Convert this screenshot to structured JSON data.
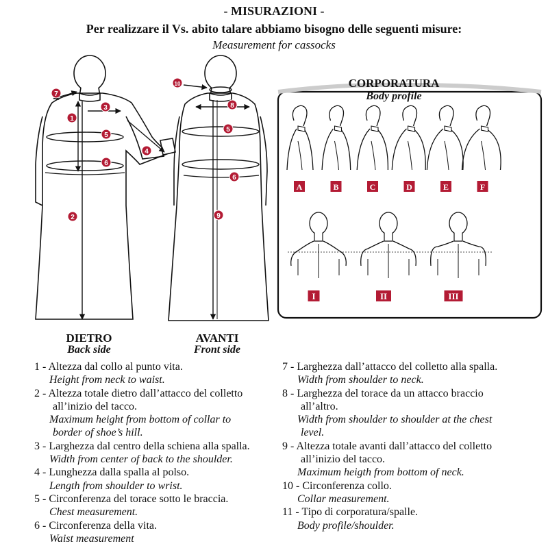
{
  "header": {
    "title": "- MISURAZIONI -",
    "subtitle": "Per realizzare il Vs. abito talare abbiamo bisogno delle seguenti misure:",
    "subtitle_en": "Measurement for cassocks"
  },
  "colors": {
    "marker": "#b31b34",
    "ink": "#111111",
    "box_fill": "#ededed"
  },
  "figures": {
    "back": {
      "title": "DIETRO",
      "subtitle": "Back side"
    },
    "front": {
      "title": "AVANTI",
      "subtitle": "Front side"
    },
    "back_markers": [
      "1",
      "2",
      "3",
      "4",
      "5",
      "6",
      "7"
    ],
    "front_markers": [
      "5",
      "6",
      "8",
      "9",
      "10"
    ]
  },
  "body_profile": {
    "title": "CORPORATURA",
    "subtitle": "Body profile",
    "profiles": [
      "A",
      "B",
      "C",
      "D",
      "E",
      "F"
    ],
    "shoulders": [
      "I",
      "II",
      "III"
    ]
  },
  "measurements_left": [
    {
      "label": "1 - Altezza dal collo al punto vita.",
      "en": "Height from neck to waist."
    },
    {
      "label": "2 - Altezza totale dietro dall’attacco del colletto",
      "label2": "all’inizio del tacco.",
      "en": "Maximum height from bottom of collar to",
      "en2": "border of shoe’s hill."
    },
    {
      "label": "3 - Larghezza dal centro della schiena alla spalla.",
      "en": "Width from center of back to the shoulder."
    },
    {
      "label": "4 - Lunghezza dalla spalla al polso.",
      "en": "Length from shoulder to wrist."
    },
    {
      "label": "5 - Circonferenza del torace sotto le braccia.",
      "en": "Chest measurement."
    },
    {
      "label": "6 - Circonferenza della vita.",
      "en": "Waist measurement"
    }
  ],
  "measurements_right": [
    {
      "label": "7 - Larghezza dall’attacco del colletto alla spalla.",
      "en": "Width from shoulder to neck."
    },
    {
      "label": "8 - Larghezza del torace da un attacco braccio",
      "label2": "all’altro.",
      "en": "Width from shoulder to shoulder at the chest",
      "en2": "level."
    },
    {
      "label": "9 - Altezza totale avanti dall’attacco del colletto",
      "label2": "all’inizio del tacco.",
      "en": "Maximum heigth from bottom of neck."
    },
    {
      "label": "10 - Circonferenza collo.",
      "en": "Collar measurement."
    },
    {
      "label": "11 - Tipo di corporatura/spalle.",
      "en": "Body profile/shoulder."
    }
  ]
}
